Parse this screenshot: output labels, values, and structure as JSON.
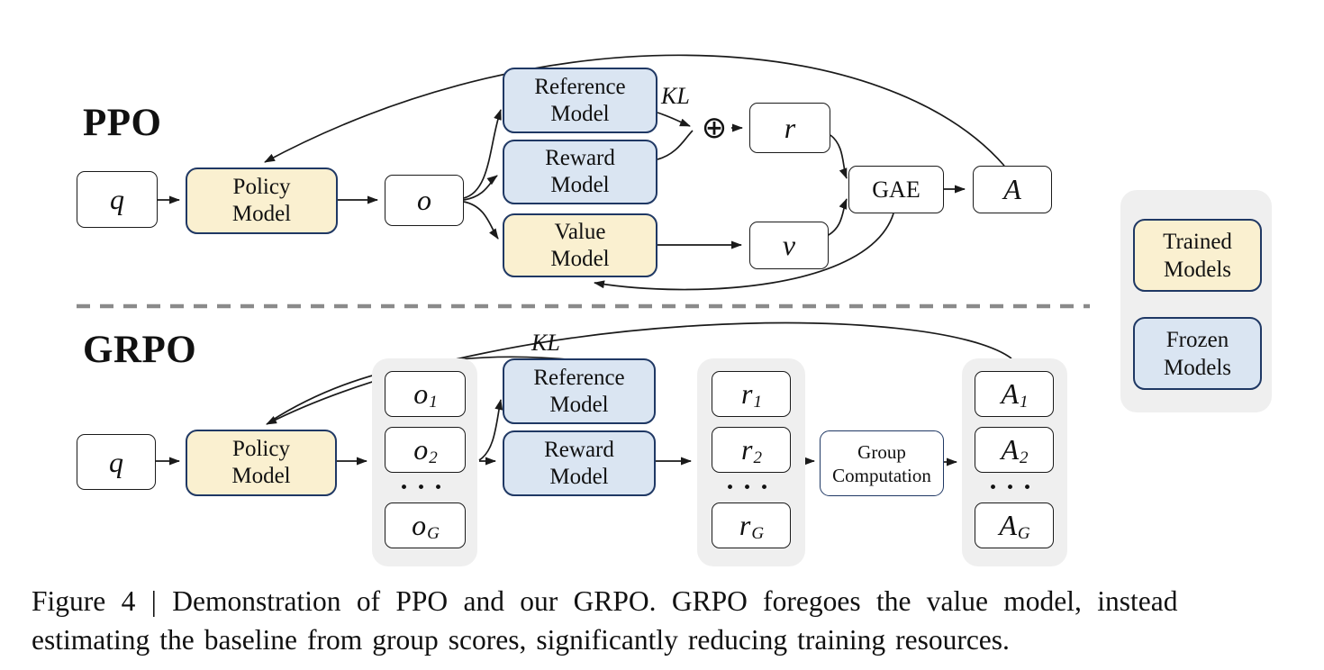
{
  "figure": {
    "caption_line1": "Figure 4 | Demonstration of PPO and our GRPO. GRPO foregoes the value model, instead",
    "caption_line2": "estimating the baseline from group scores, significantly reducing training resources."
  },
  "ppo": {
    "section_label": "PPO",
    "q": "q",
    "o": "o",
    "r": "r",
    "v": "v",
    "gae": "GAE",
    "a": "A",
    "kl": "KL",
    "oplus": "⊕",
    "policy_l1": "Policy",
    "policy_l2": "Model",
    "reference_l1": "Reference",
    "reference_l2": "Model",
    "reward_l1": "Reward",
    "reward_l2": "Model",
    "value_l1": "Value",
    "value_l2": "Model"
  },
  "grpo": {
    "section_label": "GRPO",
    "q": "q",
    "kl": "KL",
    "policy_l1": "Policy",
    "policy_l2": "Model",
    "reference_l1": "Reference",
    "reference_l2": "Model",
    "reward_l1": "Reward",
    "reward_l2": "Model",
    "group_l1": "Group",
    "group_l2": "Computation",
    "dots": "•••",
    "outputs": [
      {
        "base": "o",
        "sub": "1"
      },
      {
        "base": "o",
        "sub": "2"
      },
      {
        "base": "o",
        "sub": "G"
      }
    ],
    "rewards": [
      {
        "base": "r",
        "sub": "1"
      },
      {
        "base": "r",
        "sub": "2"
      },
      {
        "base": "r",
        "sub": "G"
      }
    ],
    "advantages": [
      {
        "base": "A",
        "sub": "1"
      },
      {
        "base": "A",
        "sub": "2"
      },
      {
        "base": "A",
        "sub": "G"
      }
    ]
  },
  "legend": {
    "trained_l1": "Trained",
    "trained_l2": "Models",
    "frozen_l1": "Frozen",
    "frozen_l2": "Models"
  },
  "colors": {
    "trained_fill": "#FAF0D0",
    "frozen_fill": "#DAE5F2",
    "model_border": "#1F3864",
    "plain_border": "#1A1A1A",
    "container_fill": "#EFEFEF",
    "divider": "#8A8A8A",
    "arrow": "#1A1A1A"
  }
}
